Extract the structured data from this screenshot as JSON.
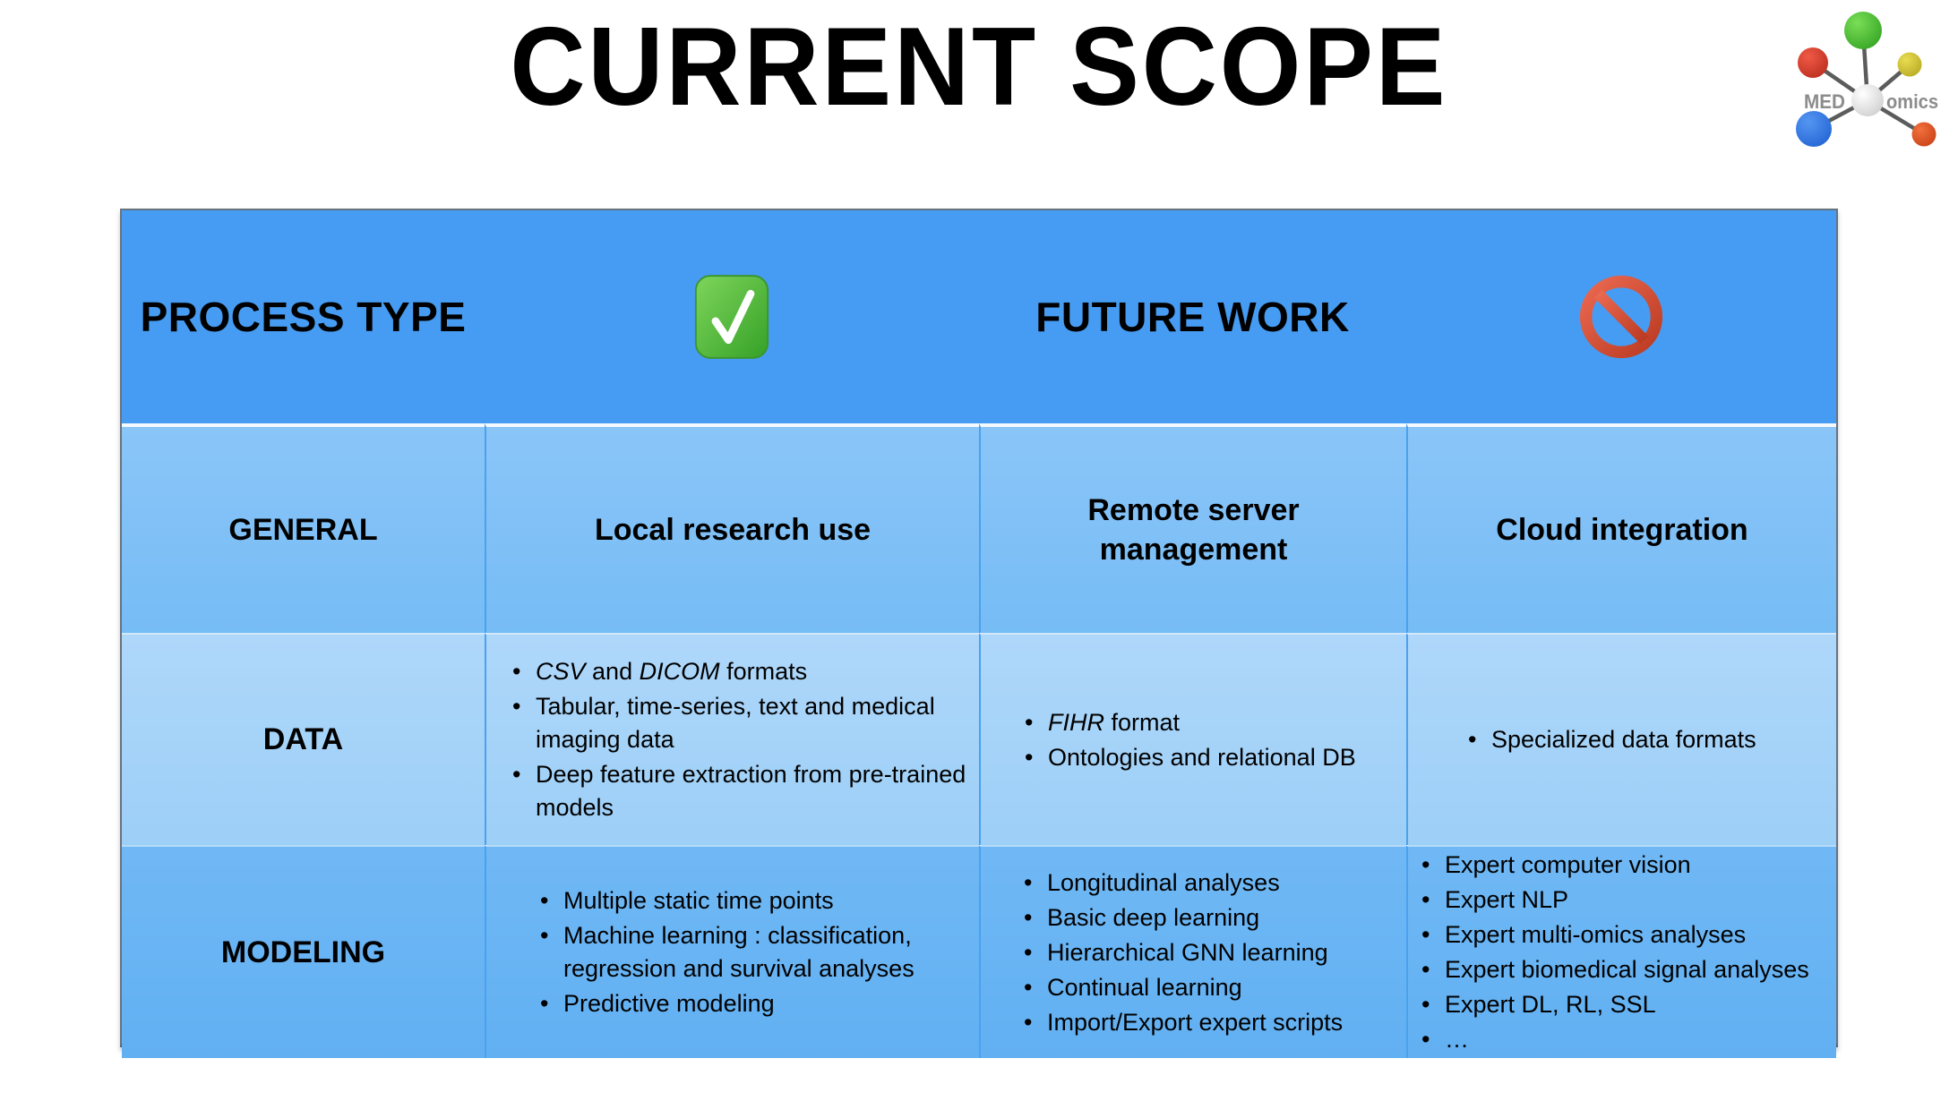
{
  "title": "CURRENT SCOPE",
  "logo": {
    "text_left": "MED",
    "text_right": "omics",
    "sphere_colors": {
      "green": "#3fbf2e",
      "red": "#d93a2b",
      "yellow": "#d6c832",
      "blue": "#2e78e8",
      "orange": "#e8502a",
      "center_white": "#f2f2f2"
    }
  },
  "colors": {
    "header_bg": "#469cf2",
    "general_row_bg": "#7fc0f6",
    "data_row_bg": "#a6d3f9",
    "modeling_row_bg": "#68b4f3",
    "check_green": "#4cb93a",
    "prohibited_red": "#d8432c",
    "column_divider": "#4aa1ef"
  },
  "table": {
    "header": {
      "process_type": "PROCESS TYPE",
      "check_icon": "check-mark-button",
      "future_work": "FUTURE WORK",
      "prohibited_icon": "prohibited-sign"
    },
    "rows": [
      {
        "label": "GENERAL",
        "cells": [
          {
            "title": "Local research use"
          },
          {
            "title": "Remote server management"
          },
          {
            "title": "Cloud integration"
          }
        ]
      },
      {
        "label": "DATA",
        "cells": [
          {
            "bullets": [
              "*CSV* and *DICOM* formats",
              "Tabular, time-series, text and medical imaging data",
              "Deep feature extraction from pre-trained models"
            ]
          },
          {
            "bullets": [
              "*FIHR* format",
              "Ontologies and relational DB"
            ]
          },
          {
            "bullets": [
              "Specialized data formats"
            ]
          }
        ]
      },
      {
        "label": "MODELING",
        "cells": [
          {
            "bullets": [
              "Multiple static time points",
              "Machine learning : classification, regression and survival analyses",
              "Predictive modeling"
            ]
          },
          {
            "bullets": [
              "Longitudinal analyses",
              "Basic deep learning",
              "Hierarchical GNN learning",
              "Continual learning",
              "Import/Export expert scripts"
            ]
          },
          {
            "bullets": [
              "Expert computer vision",
              "Expert NLP",
              "Expert multi-omics analyses",
              "Expert biomedical signal analyses",
              "Expert DL, RL, SSL",
              "…"
            ]
          }
        ]
      }
    ]
  }
}
